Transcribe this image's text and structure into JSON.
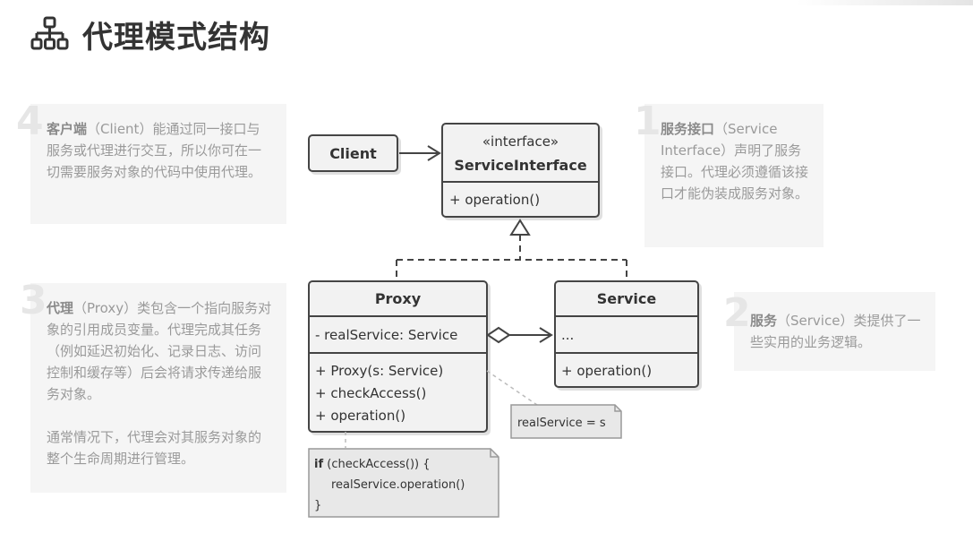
{
  "page": {
    "title": "代理模式结构",
    "title_icon": "hierarchy-icon"
  },
  "notes": [
    {
      "num": "4",
      "bold": "客户端",
      "text": "（Client）能通过同一接口与服务或代理进行交互，所以你可在一切需要服务对象的代码中使用代理。"
    },
    {
      "num": "1",
      "bold": "服务接口",
      "text": "（Service Interface）声明了服务接口。代理必须遵循该接口才能伪装成服务对象。"
    },
    {
      "num": "3",
      "bold": "代理",
      "text": "（Proxy）类包含一个指向服务对象的引用成员变量。代理完成其任务（例如延迟初始化、记录日志、访问控制和缓存等）后会将请求传递给服务对象。",
      "text2": "通常情况下，代理会对其服务对象的整个生命周期进行管理。"
    },
    {
      "num": "2",
      "bold": "服务",
      "text": "（Service）类提供了一些实用的业务逻辑。"
    }
  ],
  "diagram": {
    "client": {
      "name": "Client"
    },
    "interface": {
      "stereotype": "«interface»",
      "name": "ServiceInterface",
      "methods": [
        "+ operation()"
      ]
    },
    "proxy": {
      "name": "Proxy",
      "fields": [
        "- realService: Service"
      ],
      "methods": [
        "+ Proxy(s: Service)",
        "+ checkAccess()",
        "+ operation()"
      ]
    },
    "service": {
      "name": "Service",
      "fields": [
        "..."
      ],
      "methods": [
        "+ operation()"
      ]
    },
    "note_assign": "realService = s",
    "note_code": {
      "keyword": "if",
      "line1_rest": " (checkAccess()) {",
      "line2": "realService.operation()",
      "line3": "}"
    }
  },
  "colors": {
    "stroke": "#444444",
    "box_fill": "#f2f2f2",
    "note_fill": "#e8e8e8",
    "note_bg": "#f5f5f5"
  }
}
